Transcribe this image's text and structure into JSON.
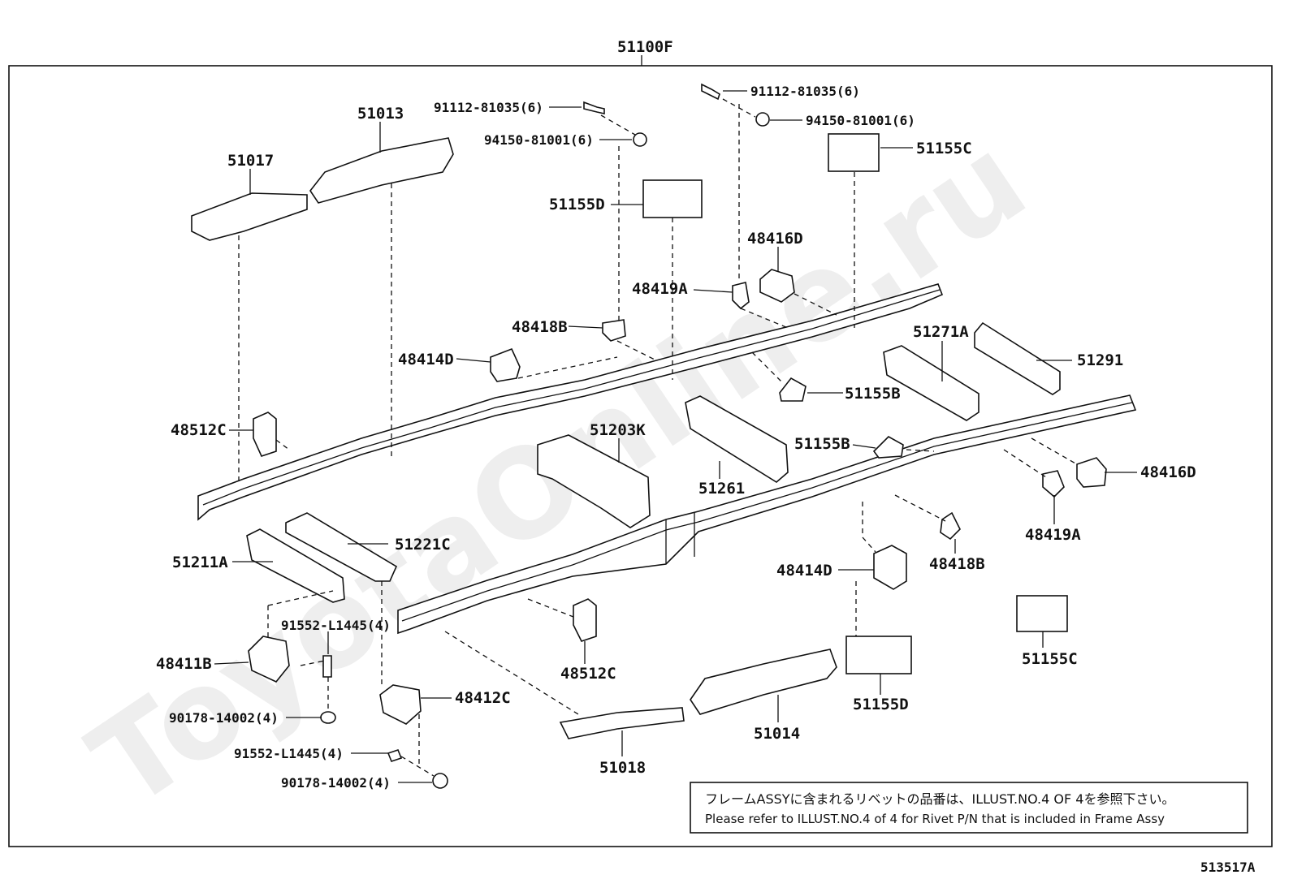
{
  "watermark": "ToyotaOnline.ru",
  "assembly_label": "51100F",
  "figure_id": "513517A",
  "note": {
    "jp": "フレームASSYに含まれるリベットの品番は、ILLUST.NO.4 OF 4を参照下さい。",
    "en": "Please refer to ILLUST.NO.4 of 4 for Rivet P/N that is included in Frame Assy"
  },
  "parts": {
    "p51013": "51013",
    "p51017": "51017",
    "p91112_a": "91112-81035(6)",
    "p94150_a": "94150-81001(6)",
    "p91112_b": "91112-81035(6)",
    "p94150_b": "94150-81001(6)",
    "p51155C_top": "51155C",
    "p51155D_top": "51155D",
    "p48416D_top": "48416D",
    "p48419A_top": "48419A",
    "p48418B_top": "48418B",
    "p48414D_top": "48414D",
    "p51271A": "51271A",
    "p51291": "51291",
    "p51155B_a": "51155B",
    "p48512C_left": "48512C",
    "p51203K": "51203K",
    "p51155B_b": "51155B",
    "p51261": "51261",
    "p48416D_right": "48416D",
    "p51221C": "51221C",
    "p51211A": "51211A",
    "p48419A_right": "48419A",
    "p48418B_right": "48418B",
    "p48414D_right": "48414D",
    "p91552_a": "91552-L1445(4)",
    "p48411B": "48411B",
    "p48412C": "48412C",
    "p48512C_bottom": "48512C",
    "p51155C_right": "51155C",
    "p90178_a": "90178-14002(4)",
    "p91552_b": "91552-L1445(4)",
    "p90178_b": "90178-14002(4)",
    "p51155D_bottom": "51155D",
    "p51014": "51014",
    "p51018": "51018"
  }
}
